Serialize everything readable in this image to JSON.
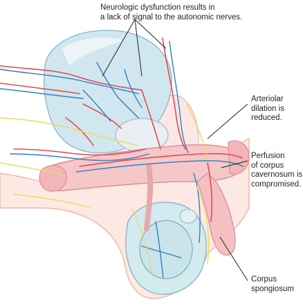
{
  "diagram": {
    "labels": {
      "neurologic": "Neurologic dysfunction results in\na lack of signal to the autonomic nerves.",
      "arteriolar": "Arteriolar\ndilation is\nreduced.",
      "perfusion": "Perfusion\nof corpus\ncavernosum is\ncompromised.",
      "spongiosum": "Corpus\nspongiosum"
    },
    "colors": {
      "artery": "#e3484f",
      "vein": "#2f7fc1",
      "nerve": "#f3d860",
      "bladder": "#cfe6ef",
      "tissue": "#f6c7c9",
      "leader": "#231f20"
    }
  }
}
